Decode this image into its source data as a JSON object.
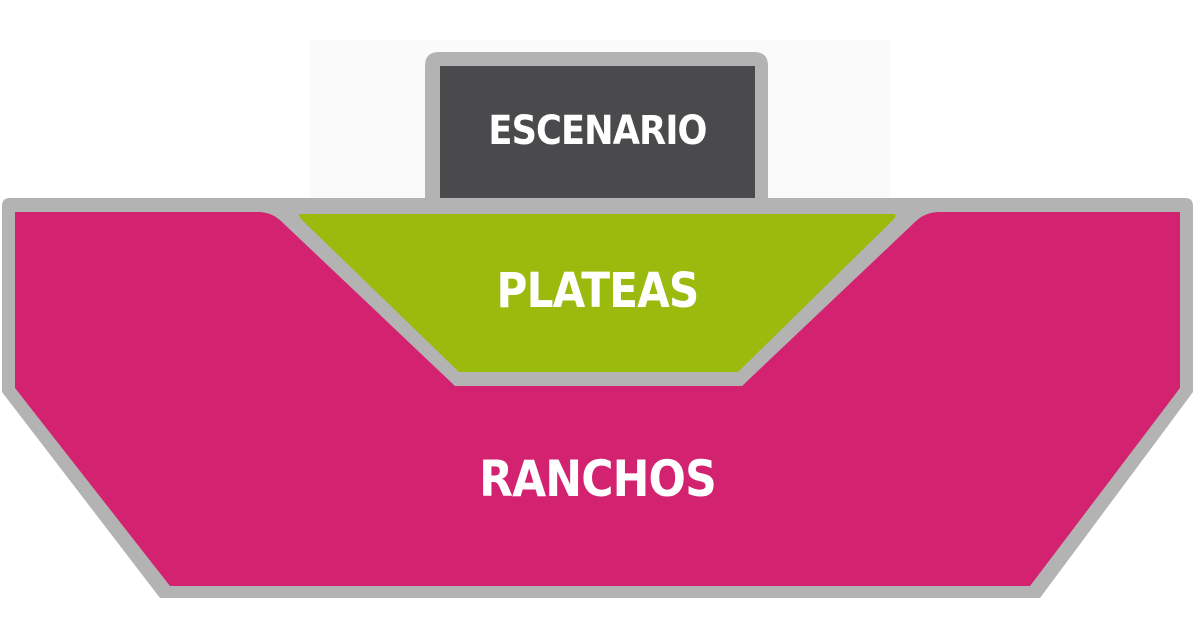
{
  "diagram": {
    "type": "venue-seating-map",
    "zones": [
      {
        "id": "escenario",
        "label": "ESCENARIO",
        "fill": "#4a4a4c",
        "border": "#b3b3b3"
      },
      {
        "id": "plateas",
        "label": "PLATEAS",
        "fill": "#9aba0e",
        "border": "#b3b3b3"
      },
      {
        "id": "ranchos",
        "label": "RANCHOS",
        "fill": "#d3226f",
        "border": "#b3b3b3"
      }
    ],
    "colors": {
      "background": "#ffffff",
      "outline": "#b3b3b3",
      "label_text": "#ffffff"
    }
  }
}
